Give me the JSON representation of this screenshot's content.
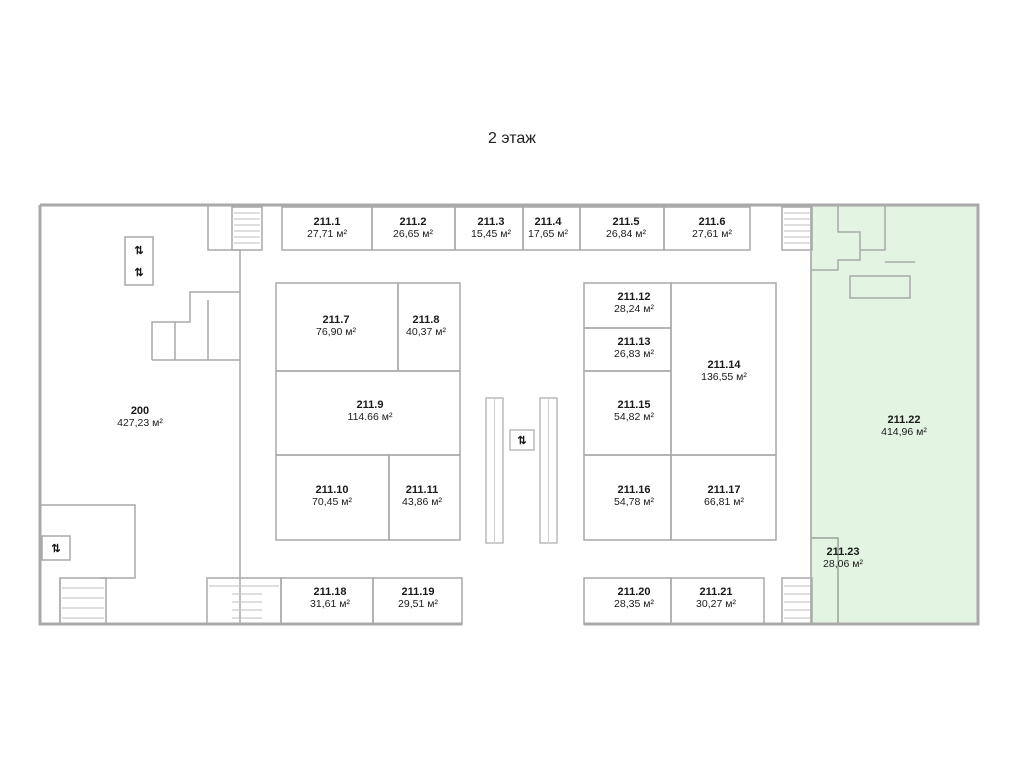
{
  "floor_title": "2 этаж",
  "colors": {
    "wall": "#a9a9a9",
    "highlight": "#e3f4e3",
    "highlight_border": "#9fd19f",
    "text": "#1a1a1a"
  },
  "icons": {
    "elevator": "elevator-icon",
    "escalator": "escalator-icon",
    "stairs": "stairs-icon"
  },
  "elevator_glyph": "⇅",
  "rooms": [
    {
      "id": "200",
      "area": "427,23 м²"
    },
    {
      "id": "211.1",
      "area": "27,71 м²"
    },
    {
      "id": "211.2",
      "area": "26,65 м²"
    },
    {
      "id": "211.3",
      "area": "15,45 м²"
    },
    {
      "id": "211.4",
      "area": "17,65 м²"
    },
    {
      "id": "211.5",
      "area": "26,84 м²"
    },
    {
      "id": "211.6",
      "area": "27,61 м²"
    },
    {
      "id": "211.7",
      "area": "76,90 м²"
    },
    {
      "id": "211.8",
      "area": "40,37 м²"
    },
    {
      "id": "211.9",
      "area": "114.66 м²"
    },
    {
      "id": "211.10",
      "area": "70,45 м²"
    },
    {
      "id": "211.11",
      "area": "43,86 м²"
    },
    {
      "id": "211.12",
      "area": "28,24 м²"
    },
    {
      "id": "211.13",
      "area": "26,83 м²"
    },
    {
      "id": "211.14",
      "area": "136,55 м²"
    },
    {
      "id": "211.15",
      "area": "54,82 м²"
    },
    {
      "id": "211.16",
      "area": "54,78 м²"
    },
    {
      "id": "211.17",
      "area": "66,81 м²"
    },
    {
      "id": "211.18",
      "area": "31,61 м²"
    },
    {
      "id": "211.19",
      "area": "29,51 м²"
    },
    {
      "id": "211.20",
      "area": "28,35 м²"
    },
    {
      "id": "211.21",
      "area": "30,27 м²"
    },
    {
      "id": "211.22",
      "area": "414,96 м²"
    },
    {
      "id": "211.23",
      "area": "28,06 м²"
    }
  ]
}
